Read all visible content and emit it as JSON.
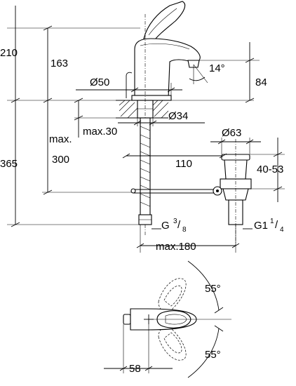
{
  "dimensions": {
    "total_height": "210",
    "spout_height": "163",
    "spout_angle": "14°",
    "projection_height": "84",
    "base_diameter": "Ø50",
    "hole_diameter": "Ø34",
    "max_deck": "max.30",
    "max_label": "max.",
    "max_value": "300",
    "below_deck": "365",
    "drain_offset": "110",
    "drain_diameter": "Ø63",
    "drain_range": "40-53",
    "connection_g": "G",
    "connection_g_num": "3",
    "connection_g_den": "8",
    "connection_g1": "G1",
    "connection_g1_num": "1",
    "connection_g1_den": "4",
    "max_reach": "max.180",
    "handle_angle_top": "55°",
    "handle_angle_bottom": "55°",
    "lever_length": "58"
  }
}
